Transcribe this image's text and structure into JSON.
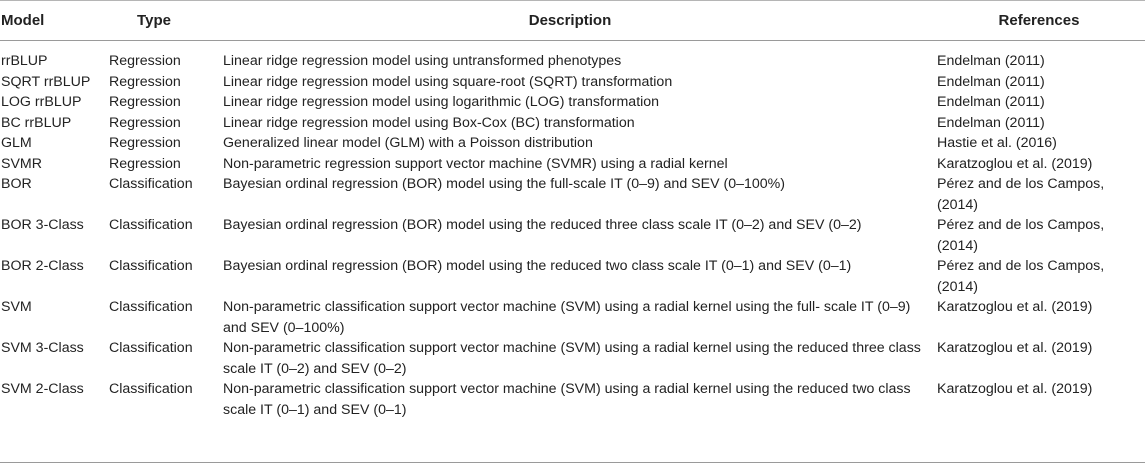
{
  "table": {
    "headers": {
      "model": "Model",
      "type": "Type",
      "description": "Description",
      "references": "References"
    },
    "rows": [
      {
        "model": "rrBLUP",
        "type": "Regression",
        "description": "Linear ridge regression model using untransformed phenotypes",
        "references": "Endelman (2011)"
      },
      {
        "model": "SQRT rrBLUP",
        "type": "Regression",
        "description": "Linear ridge regression model using square-root (SQRT) transformation",
        "references": "Endelman (2011)"
      },
      {
        "model": "LOG rrBLUP",
        "type": "Regression",
        "description": "Linear ridge regression model using logarithmic (LOG) transformation",
        "references": "Endelman (2011)"
      },
      {
        "model": "BC rrBLUP",
        "type": "Regression",
        "description": "Linear ridge regression model using Box-Cox (BC) transformation",
        "references": "Endelman (2011)"
      },
      {
        "model": "GLM",
        "type": "Regression",
        "description": "Generalized linear model (GLM) with a Poisson distribution",
        "references": "Hastie et al. (2016)"
      },
      {
        "model": "SVMR",
        "type": "Regression",
        "description": "Non-parametric regression support vector machine (SVMR) using a radial kernel",
        "references": "Karatzoglou et al. (2019)"
      },
      {
        "model": "BOR",
        "type": "Classification",
        "description": "Bayesian ordinal regression (BOR) model using the full-scale IT (0–9) and SEV (0–100%)",
        "references": "Pérez and de los Campos, (2014)"
      },
      {
        "model": "BOR 3-Class",
        "type": "Classification",
        "description": "Bayesian ordinal regression (BOR) model using the reduced three class scale IT (0–2) and SEV (0–2)",
        "references": "Pérez and de los Campos, (2014)"
      },
      {
        "model": "BOR 2-Class",
        "type": "Classification",
        "description": "Bayesian ordinal regression (BOR) model using the reduced two class scale IT (0–1) and SEV (0–1)",
        "references": "Pérez and de los Campos, (2014)"
      },
      {
        "model": "SVM",
        "type": "Classification",
        "description": "Non-parametric classification support vector machine (SVM) using a radial kernel using the full- scale IT (0–9) and SEV (0–100%)",
        "references": "Karatzoglou et al. (2019)"
      },
      {
        "model": "SVM 3-Class",
        "type": "Classification",
        "description": "Non-parametric classification support vector machine (SVM) using a radial kernel using the reduced three class scale IT (0–2) and SEV (0–2)",
        "references": "Karatzoglou et al. (2019)"
      },
      {
        "model": "SVM 2-Class",
        "type": "Classification",
        "description": "Non-parametric classification support vector machine (SVM) using a radial kernel using the reduced two class scale IT (0–1) and SEV (0–1)",
        "references": "Karatzoglou et al. (2019)"
      }
    ]
  }
}
